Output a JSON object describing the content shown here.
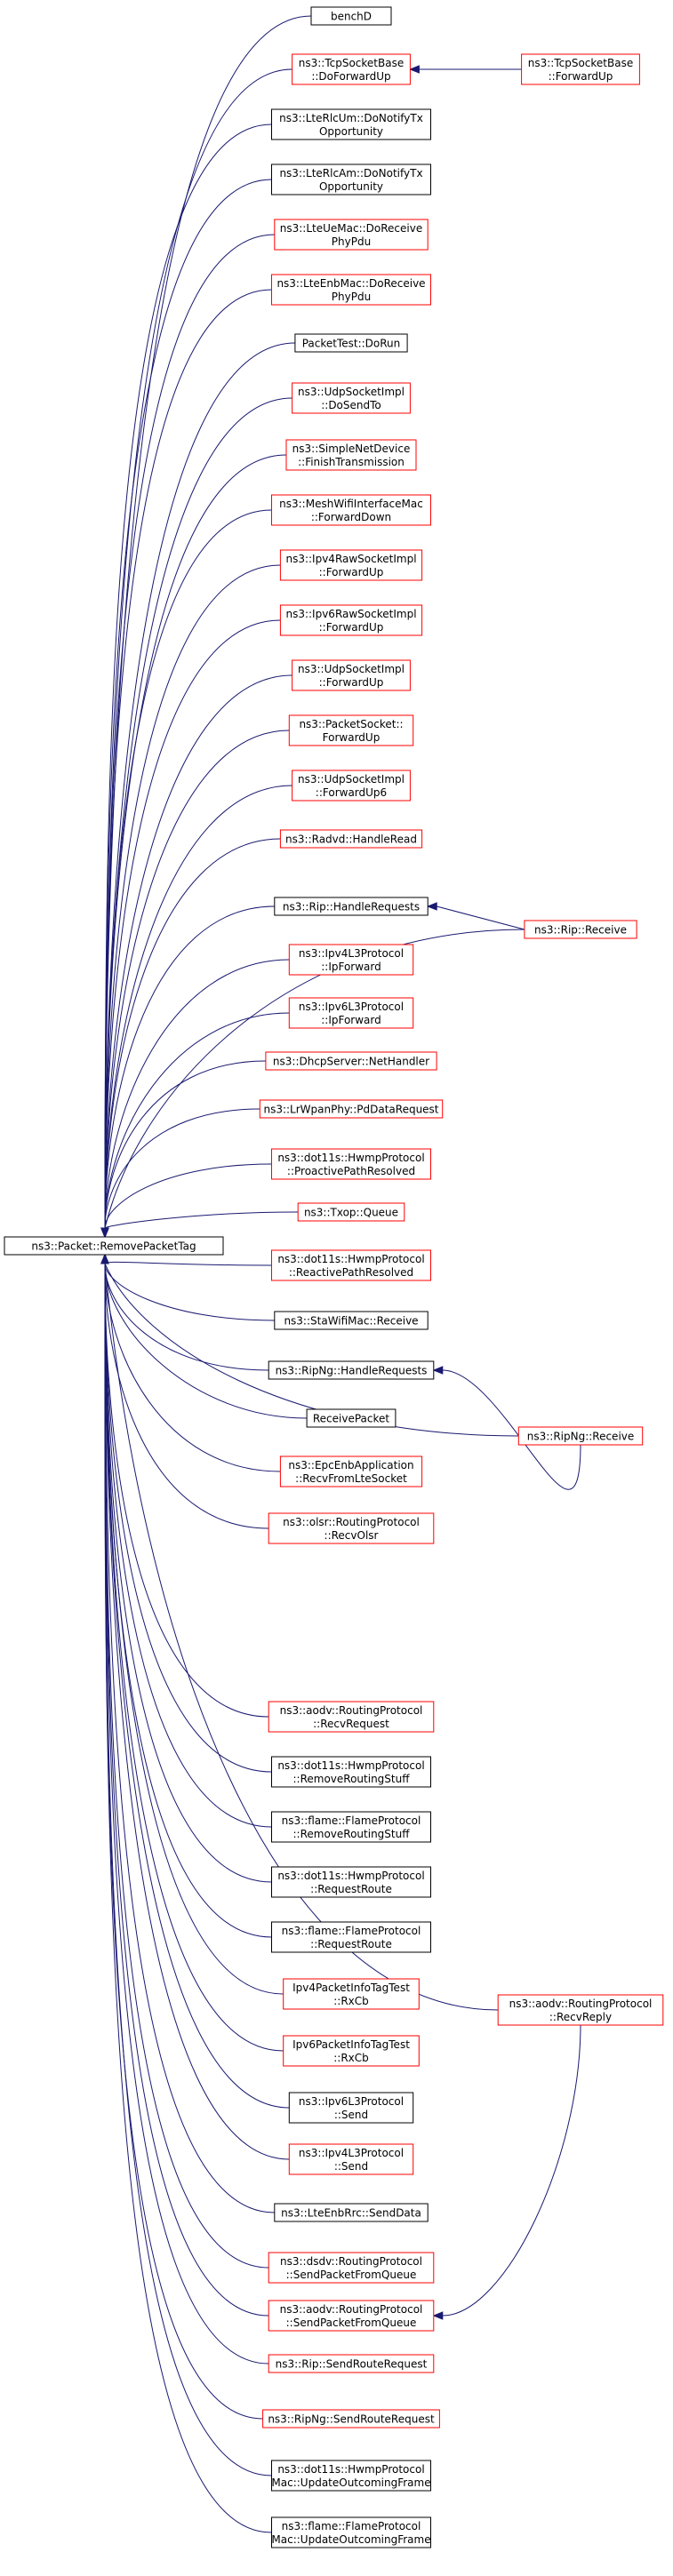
{
  "colors": {
    "node_border_default": "#000000",
    "node_border_link": "#ff0000",
    "root_fill": "#bfbfbf",
    "root_border": "#000000",
    "edge_color": "#191970"
  },
  "root": {
    "id": "root",
    "lines": [
      "ns3::Packet::RemovePacketTag"
    ]
  },
  "nodes": [
    {
      "id": "n0",
      "lines": [
        "benchD"
      ],
      "border": "black"
    },
    {
      "id": "n1",
      "lines": [
        "ns3::TcpSocketBase",
        "::DoForwardUp"
      ],
      "border": "red"
    },
    {
      "id": "n2",
      "lines": [
        "ns3::LteRlcUm::DoNotifyTx",
        "Opportunity"
      ],
      "border": "black"
    },
    {
      "id": "n3",
      "lines": [
        "ns3::LteRlcAm::DoNotifyTx",
        "Opportunity"
      ],
      "border": "black"
    },
    {
      "id": "n4",
      "lines": [
        "ns3::LteUeMac::DoReceive",
        "PhyPdu"
      ],
      "border": "red"
    },
    {
      "id": "n5",
      "lines": [
        "ns3::LteEnbMac::DoReceive",
        "PhyPdu"
      ],
      "border": "red"
    },
    {
      "id": "n6",
      "lines": [
        "PacketTest::DoRun"
      ],
      "border": "black"
    },
    {
      "id": "n7",
      "lines": [
        "ns3::UdpSocketImpl",
        "::DoSendTo"
      ],
      "border": "red"
    },
    {
      "id": "n8",
      "lines": [
        "ns3::SimpleNetDevice",
        "::FinishTransmission"
      ],
      "border": "red"
    },
    {
      "id": "n9",
      "lines": [
        "ns3::MeshWifiInterfaceMac",
        "::ForwardDown"
      ],
      "border": "red"
    },
    {
      "id": "n10",
      "lines": [
        "ns3::Ipv4RawSocketImpl",
        "::ForwardUp"
      ],
      "border": "red"
    },
    {
      "id": "n11",
      "lines": [
        "ns3::Ipv6RawSocketImpl",
        "::ForwardUp"
      ],
      "border": "red"
    },
    {
      "id": "n12",
      "lines": [
        "ns3::UdpSocketImpl",
        "::ForwardUp"
      ],
      "border": "red"
    },
    {
      "id": "n13",
      "lines": [
        "ns3::PacketSocket::",
        "ForwardUp"
      ],
      "border": "red"
    },
    {
      "id": "n14",
      "lines": [
        "ns3::UdpSocketImpl",
        "::ForwardUp6"
      ],
      "border": "red"
    },
    {
      "id": "n15",
      "lines": [
        "ns3::Radvd::HandleRead"
      ],
      "border": "red"
    },
    {
      "id": "n16",
      "lines": [
        "ns3::Rip::HandleRequests"
      ],
      "border": "black"
    },
    {
      "id": "n17",
      "lines": [
        "ns3::Ipv4L3Protocol",
        "::IpForward"
      ],
      "border": "red"
    },
    {
      "id": "n18",
      "lines": [
        "ns3::Ipv6L3Protocol",
        "::IpForward"
      ],
      "border": "red"
    },
    {
      "id": "n19",
      "lines": [
        "ns3::DhcpServer::NetHandler"
      ],
      "border": "red"
    },
    {
      "id": "n20",
      "lines": [
        "ns3::LrWpanPhy::PdDataRequest"
      ],
      "border": "red"
    },
    {
      "id": "n21",
      "lines": [
        "ns3::dot11s::HwmpProtocol",
        "::ProactivePathResolved"
      ],
      "border": "red"
    },
    {
      "id": "n22",
      "lines": [
        "ns3::Txop::Queue"
      ],
      "border": "red"
    },
    {
      "id": "n23",
      "lines": [
        "ns3::dot11s::HwmpProtocol",
        "::ReactivePathResolved"
      ],
      "border": "red"
    },
    {
      "id": "n24",
      "lines": [
        "ns3::StaWifiMac::Receive"
      ],
      "border": "black"
    },
    {
      "id": "n25",
      "lines": [
        "ns3::RipNg::HandleRequests"
      ],
      "border": "black"
    },
    {
      "id": "n26",
      "lines": [
        "ReceivePacket"
      ],
      "border": "black"
    },
    {
      "id": "n27",
      "lines": [
        "ns3::EpcEnbApplication",
        "::RecvFromLteSocket"
      ],
      "border": "red"
    },
    {
      "id": "n28",
      "lines": [
        "ns3::olsr::RoutingProtocol",
        "::RecvOlsr"
      ],
      "border": "red"
    },
    {
      "id": "n29",
      "lines": [
        "ns3::aodv::RoutingProtocol",
        "::RecvRequest"
      ],
      "border": "red"
    },
    {
      "id": "n30",
      "lines": [
        "ns3::dot11s::HwmpProtocol",
        "::RemoveRoutingStuff"
      ],
      "border": "black"
    },
    {
      "id": "n31",
      "lines": [
        "ns3::flame::FlameProtocol",
        "::RemoveRoutingStuff"
      ],
      "border": "black"
    },
    {
      "id": "n32",
      "lines": [
        "ns3::dot11s::HwmpProtocol",
        "::RequestRoute"
      ],
      "border": "black"
    },
    {
      "id": "n33",
      "lines": [
        "ns3::flame::FlameProtocol",
        "::RequestRoute"
      ],
      "border": "black"
    },
    {
      "id": "n34",
      "lines": [
        "Ipv4PacketInfoTagTest",
        "::RxCb"
      ],
      "border": "red"
    },
    {
      "id": "n35",
      "lines": [
        "Ipv6PacketInfoTagTest",
        "::RxCb"
      ],
      "border": "red"
    },
    {
      "id": "n36",
      "lines": [
        "ns3::Ipv6L3Protocol",
        "::Send"
      ],
      "border": "black"
    },
    {
      "id": "n37",
      "lines": [
        "ns3::Ipv4L3Protocol",
        "::Send"
      ],
      "border": "red"
    },
    {
      "id": "n38",
      "lines": [
        "ns3::LteEnbRrc::SendData"
      ],
      "border": "black"
    },
    {
      "id": "n39",
      "lines": [
        "ns3::dsdv::RoutingProtocol",
        "::SendPacketFromQueue"
      ],
      "border": "red"
    },
    {
      "id": "n40",
      "lines": [
        "ns3::aodv::RoutingProtocol",
        "::SendPacketFromQueue"
      ],
      "border": "red"
    },
    {
      "id": "n41",
      "lines": [
        "ns3::Rip::SendRouteRequest"
      ],
      "border": "red"
    },
    {
      "id": "n42",
      "lines": [
        "ns3::RipNg::SendRouteRequest"
      ],
      "border": "red"
    },
    {
      "id": "n43",
      "lines": [
        "ns3::dot11s::HwmpProtocol",
        "Mac::UpdateOutcomingFrame"
      ],
      "border": "black"
    },
    {
      "id": "n44",
      "lines": [
        "ns3::flame::FlameProtocol",
        "Mac::UpdateOutcomingFrame"
      ],
      "border": "black"
    }
  ],
  "right_nodes": [
    {
      "id": "r0",
      "lines": [
        "ns3::TcpSocketBase",
        "::ForwardUp"
      ],
      "border": "red"
    },
    {
      "id": "r1",
      "lines": [
        "ns3::Rip::Receive"
      ],
      "border": "red"
    },
    {
      "id": "r2",
      "lines": [
        "ns3::RipNg::Receive"
      ],
      "border": "red"
    },
    {
      "id": "r3",
      "lines": [
        "ns3::aodv::RoutingProtocol",
        "::RecvReply"
      ],
      "border": "red"
    }
  ],
  "edges": [
    {
      "from": "r0",
      "to": "n1"
    },
    {
      "from": "r1",
      "to": "n16"
    },
    {
      "from": "r1",
      "to": "root"
    },
    {
      "from": "r2",
      "to": "n25"
    },
    {
      "from": "r2",
      "to": "root"
    },
    {
      "from": "r3",
      "to": "root"
    },
    {
      "from": "r3",
      "to": "n40"
    }
  ]
}
